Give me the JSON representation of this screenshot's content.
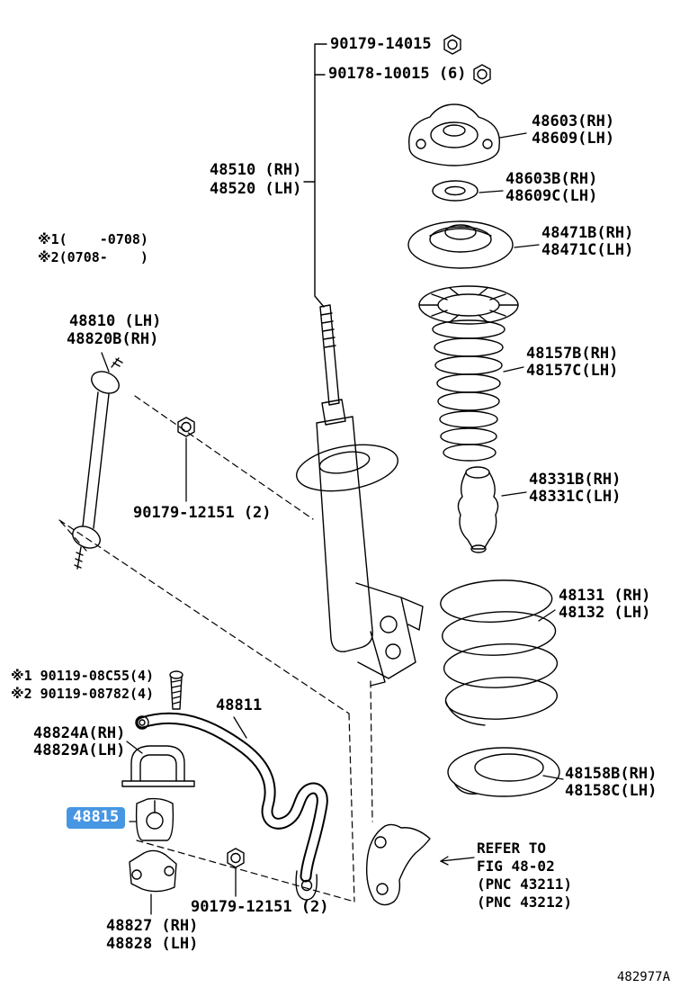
{
  "figure_id": "482977A",
  "colors": {
    "highlight_bg": "#4796E3",
    "highlight_text": "#FFFFFF",
    "line_color": "#000000",
    "background": "#FFFFFF"
  },
  "notes": {
    "note1": "※1(    -0708)",
    "note2": "※2(0708-    )"
  },
  "refer": {
    "line1": "REFER TO",
    "line2": "FIG 48-02",
    "line3": "(PNC 43211)",
    "line4": "(PNC 43212)"
  },
  "parts": {
    "nut_piston_rod": "90179-14015",
    "nut_support": "90178-10015 (6)",
    "strut_mount_rh": "48603(RH)",
    "strut_mount_lh": "48609(LH)",
    "shock_rh": "48510 (RH)",
    "shock_lh": "48520 (LH)",
    "bearing_rh": "48603B(RH)",
    "bearing_lh": "48609C(LH)",
    "seat_upper_rh": "48471B(RH)",
    "seat_upper_lh": "48471C(LH)",
    "stab_link_lh": "48810 (LH)",
    "stab_link_rh": "48820B(RH)",
    "boot_rh": "48157B(RH)",
    "boot_lh": "48157C(LH)",
    "nut_link": "90179-12151 (2)",
    "bumper_rh": "48331B(RH)",
    "bumper_lh": "48331C(LH)",
    "spring_rh": "48131 (RH)",
    "spring_lh": "48132 (LH)",
    "bolt_variant1": "※1 90119-08C55(4)",
    "bolt_variant2": "※2 90119-08782(4)",
    "stab_bar": "48811",
    "bracket_upper_rh": "48824A(RH)",
    "bracket_upper_lh": "48829A(LH)",
    "bushing": "48815",
    "insulator_lower_rh": "48158B(RH)",
    "insulator_lower_lh": "48158C(LH)",
    "nut_bar": "90179-12151 (2)",
    "bracket_lower_rh": "48827 (RH)",
    "bracket_lower_lh": "48828 (LH)"
  }
}
